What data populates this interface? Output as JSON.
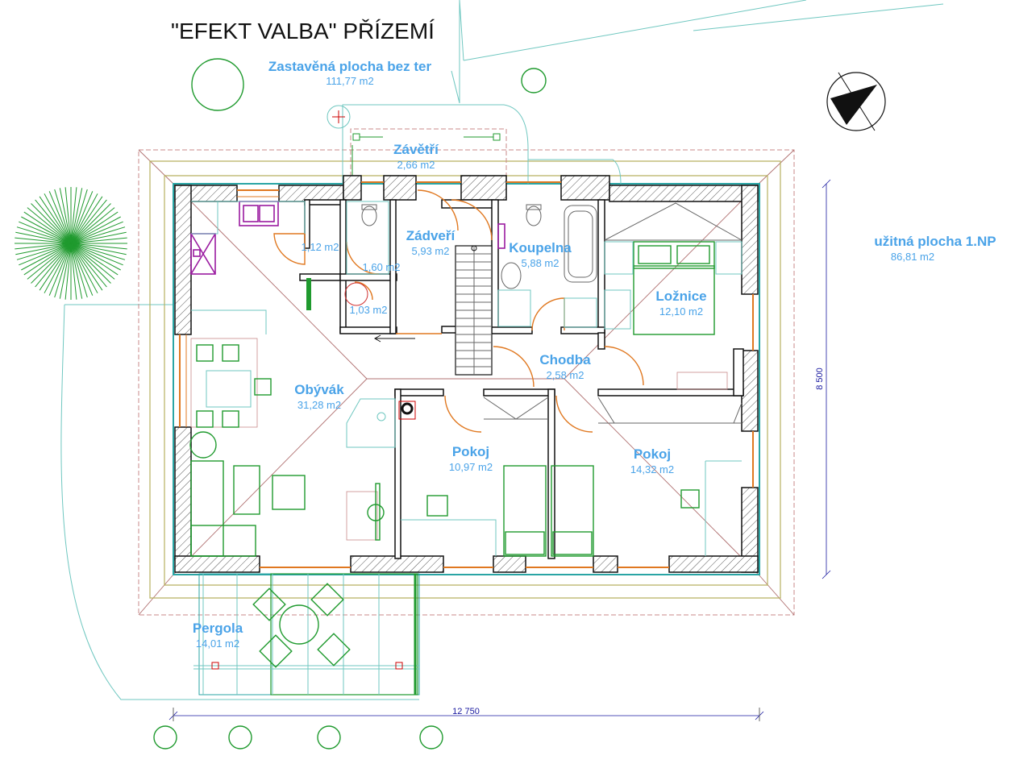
{
  "title": "\"EFEKT VALBA\"  PŘÍZEMÍ",
  "summary": {
    "built_area_label": "Zastavěná plocha bez ter",
    "built_area_value": "111,77 m2",
    "usable_area_label": "užitná plocha  1.NP",
    "usable_area_value": "86,81 m2"
  },
  "rooms": [
    {
      "id": "zavetri",
      "name": "Závětří",
      "area": "2,66 m2"
    },
    {
      "id": "zadveri",
      "name": "Zádveří",
      "area": "5,93 m2"
    },
    {
      "id": "koupelna",
      "name": "Koupelna",
      "area": "5,88 m2"
    },
    {
      "id": "loznice",
      "name": "Ložnice",
      "area": "12,10 m2"
    },
    {
      "id": "chodba",
      "name": "Chodba",
      "area": "2,58 m2"
    },
    {
      "id": "obyvak",
      "name": "Obývák",
      "area": "31,28 m2"
    },
    {
      "id": "pokoj1",
      "name": "Pokoj",
      "area": "10,97 m2"
    },
    {
      "id": "pokoj2",
      "name": "Pokoj",
      "area": "14,32 m2"
    },
    {
      "id": "pergola",
      "name": "Pergola",
      "area": "14,01 m2"
    },
    {
      "id": "small1",
      "name": "",
      "area": "1,12 m2"
    },
    {
      "id": "small2",
      "name": "",
      "area": "1,60 m2"
    },
    {
      "id": "small3",
      "name": "",
      "area": "1,03 m2"
    }
  ],
  "dimensions": {
    "width": "12 750",
    "depth": "8 500"
  },
  "colors": {
    "room_label": "#4aa3e8",
    "outline": "#2aa5a5",
    "door": "#e07820",
    "furniture": "#1f9a2e",
    "dimension": "#1a1aa0",
    "roof": "#c98a8a"
  },
  "icons": [
    "north-arrow-icon",
    "tree-icon"
  ]
}
